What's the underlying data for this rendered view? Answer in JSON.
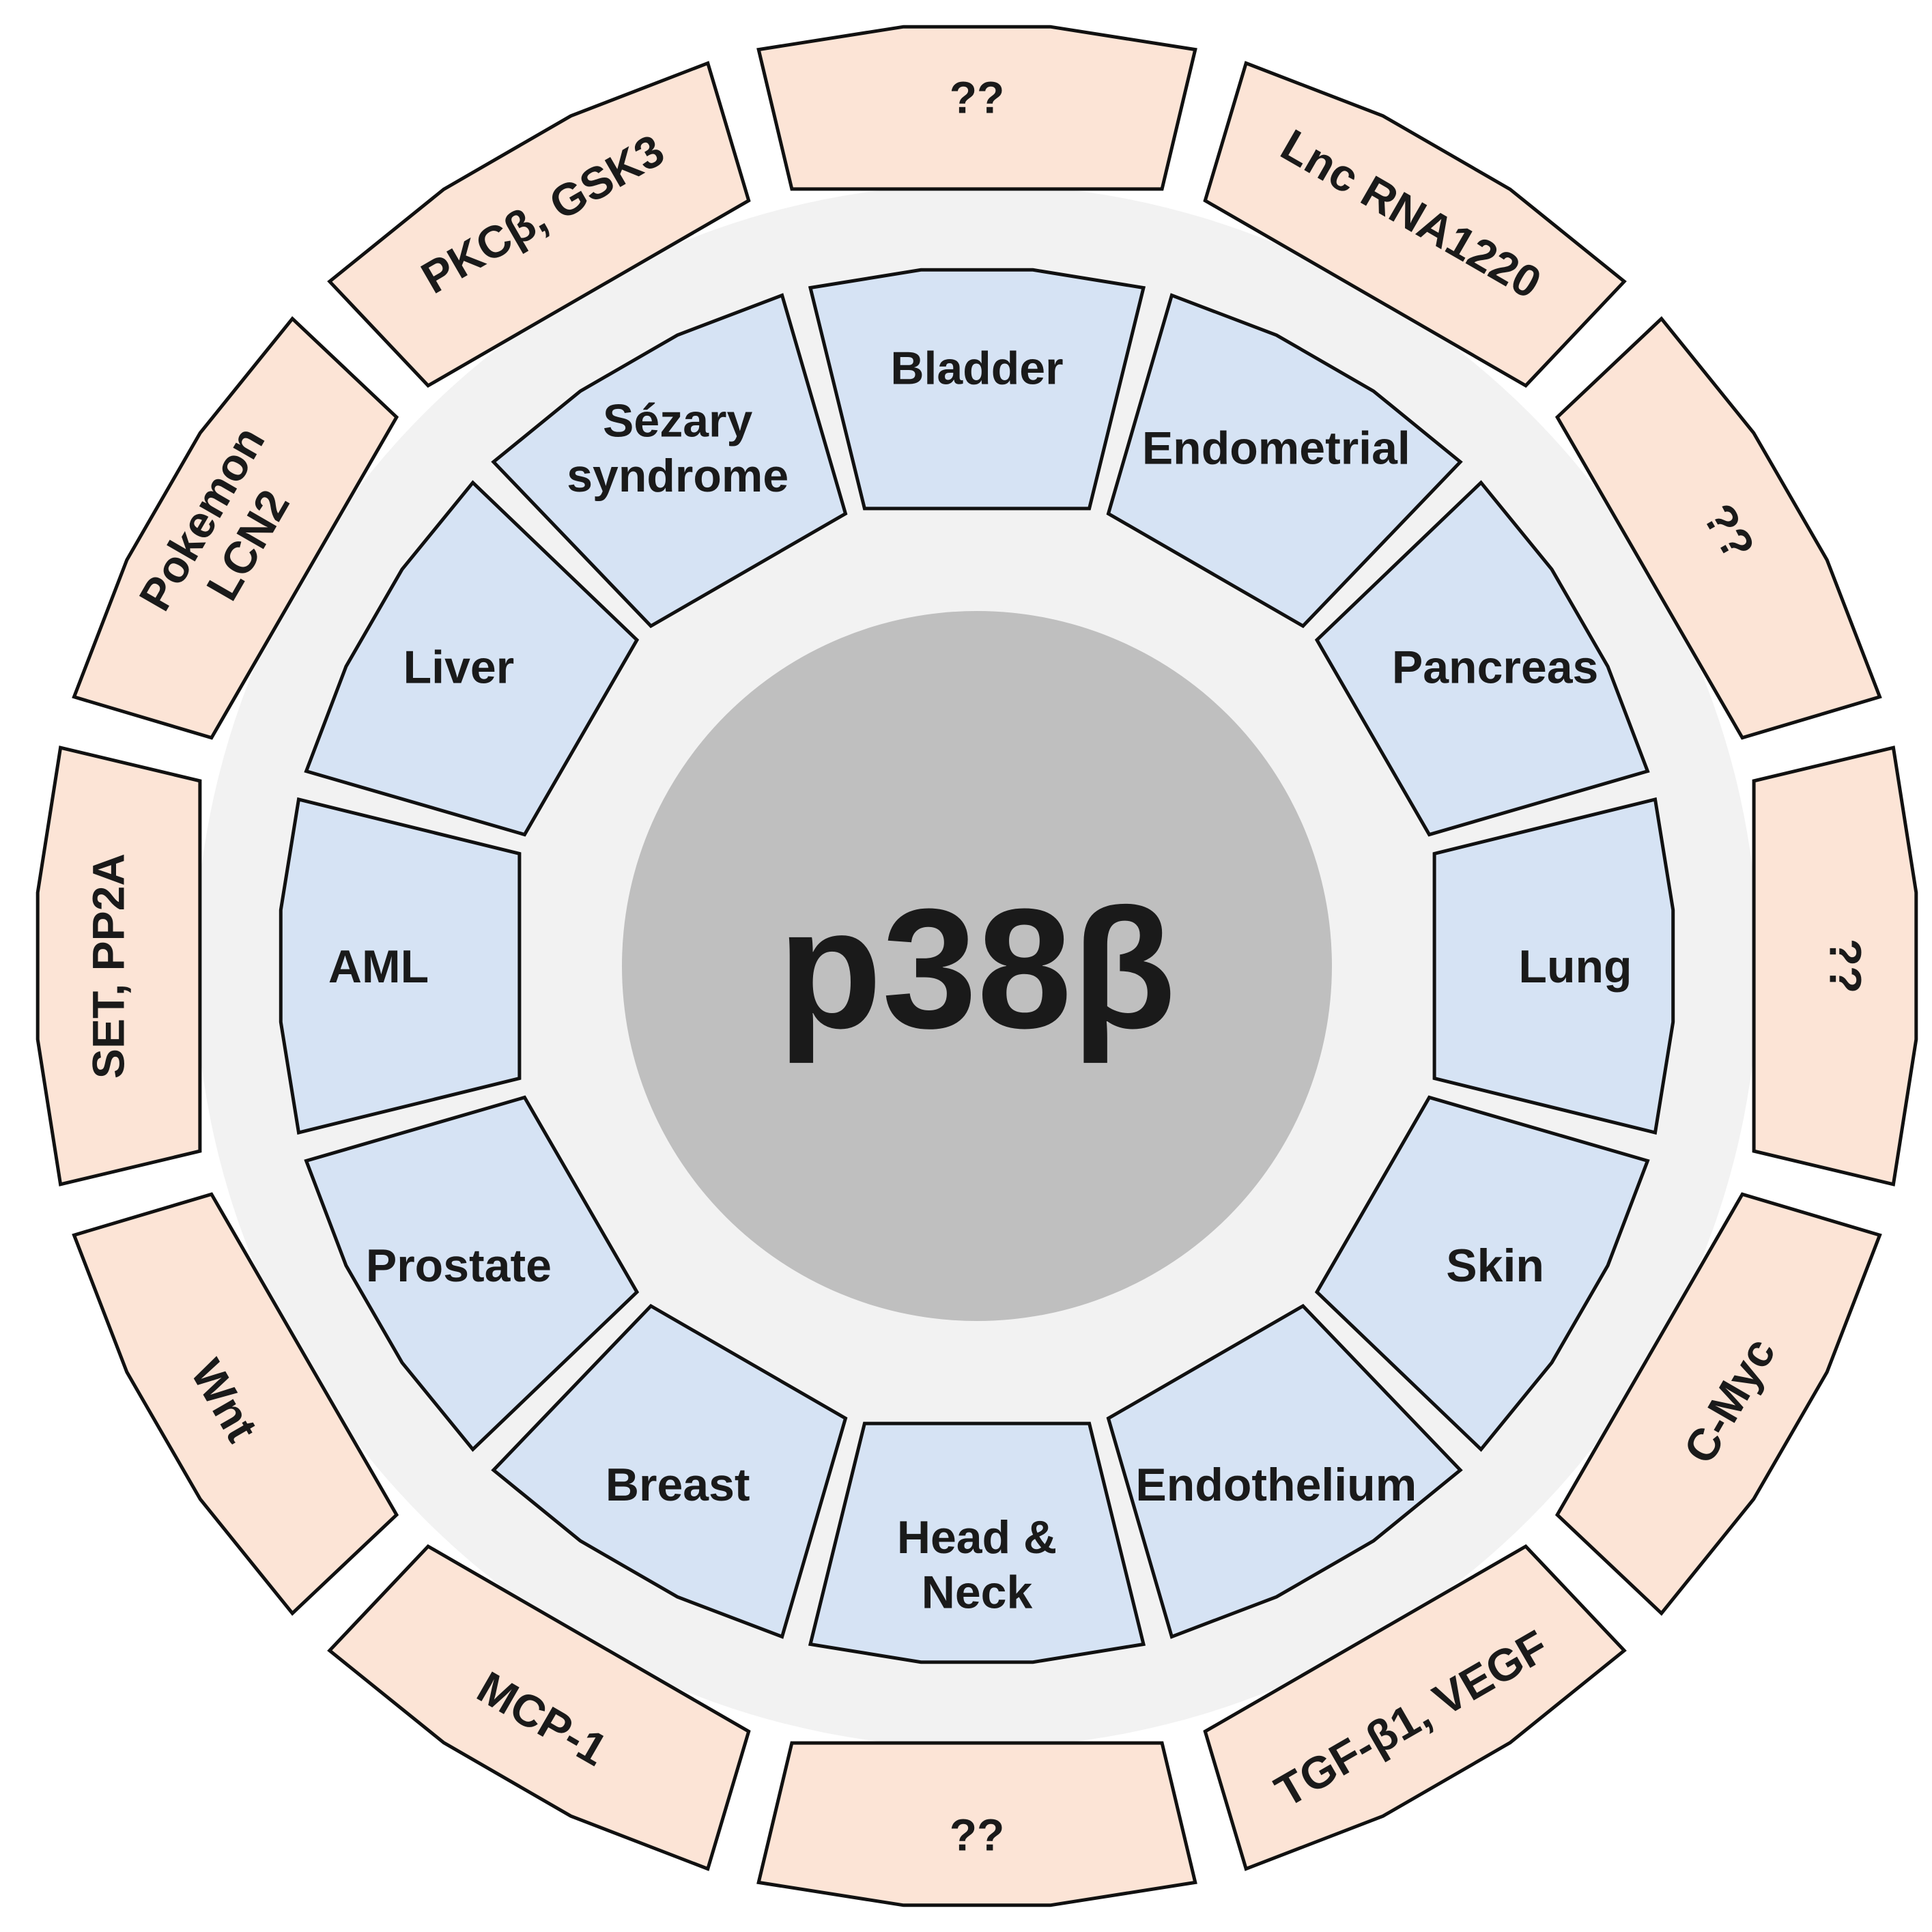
{
  "colors": {
    "center_fill": "#bfbfbf",
    "ring_fill": "#f2f2f2",
    "inner_fill": "#d6e3f4",
    "outer_fill": "#fce4d6",
    "stroke": "#111111"
  },
  "center": {
    "label": "p38β"
  },
  "inner_ring": [
    {
      "label": [
        "Bladder"
      ]
    },
    {
      "label": [
        "Endometrial"
      ]
    },
    {
      "label": [
        "Pancreas"
      ]
    },
    {
      "label": [
        "Lung"
      ]
    },
    {
      "label": [
        "Skin"
      ]
    },
    {
      "label": [
        "Endothelium"
      ]
    },
    {
      "label": [
        "Head &",
        "Neck"
      ]
    },
    {
      "label": [
        "Breast"
      ]
    },
    {
      "label": [
        "Prostate"
      ]
    },
    {
      "label": [
        "AML"
      ]
    },
    {
      "label": [
        "Liver"
      ]
    },
    {
      "label": [
        "Sézary",
        "syndrome"
      ]
    }
  ],
  "outer_ring": [
    {
      "label": [
        "??"
      ]
    },
    {
      "label": [
        "Lnc RNA1220"
      ]
    },
    {
      "label": [
        "??"
      ]
    },
    {
      "label": [
        "??"
      ]
    },
    {
      "label": [
        "C-Myc"
      ]
    },
    {
      "label": [
        "TGF-β1, VEGF"
      ]
    },
    {
      "label": [
        "??"
      ]
    },
    {
      "label": [
        "MCP-1"
      ]
    },
    {
      "label": [
        "Wnt"
      ]
    },
    {
      "label": [
        "SET, PP2A"
      ]
    },
    {
      "label": [
        "Pokemon",
        "LCN2"
      ]
    },
    {
      "label": [
        "PKCβ,  GSK3"
      ]
    }
  ]
}
